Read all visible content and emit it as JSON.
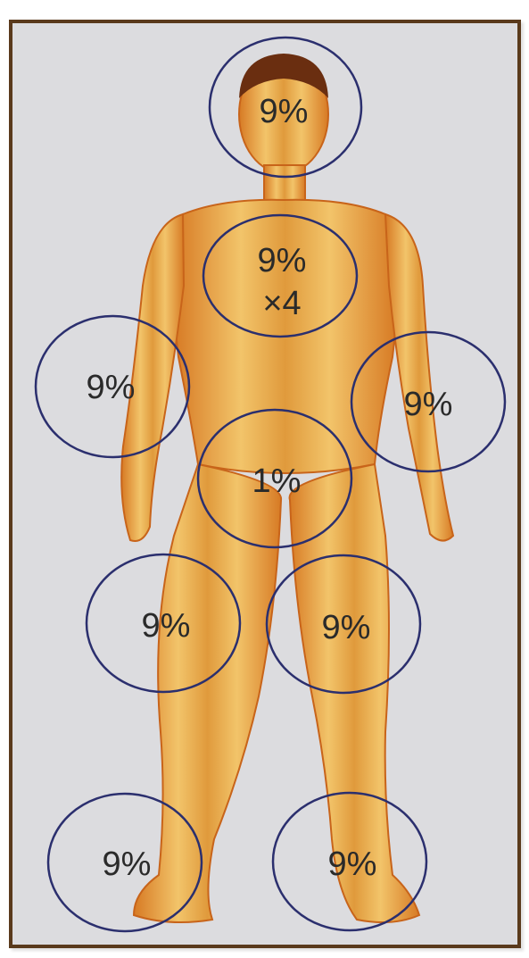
{
  "regions": {
    "head": {
      "value": "9%"
    },
    "trunk": {
      "value": "9%",
      "multiplier": "×4"
    },
    "right_arm": {
      "value": "9%"
    },
    "left_arm": {
      "value": "9%"
    },
    "genitals": {
      "value": "1%"
    },
    "right_thigh": {
      "value": "9%"
    },
    "left_thigh": {
      "value": "9%"
    },
    "right_lower_leg": {
      "value": "9%"
    },
    "left_lower_leg": {
      "value": "9%"
    }
  },
  "colors": {
    "frame_border": "#5a3a1c",
    "background": "#dcdcdf",
    "circle_stroke": "#2b2f6e",
    "body_light": "#f2c46a",
    "body_dark": "#c8641a"
  }
}
